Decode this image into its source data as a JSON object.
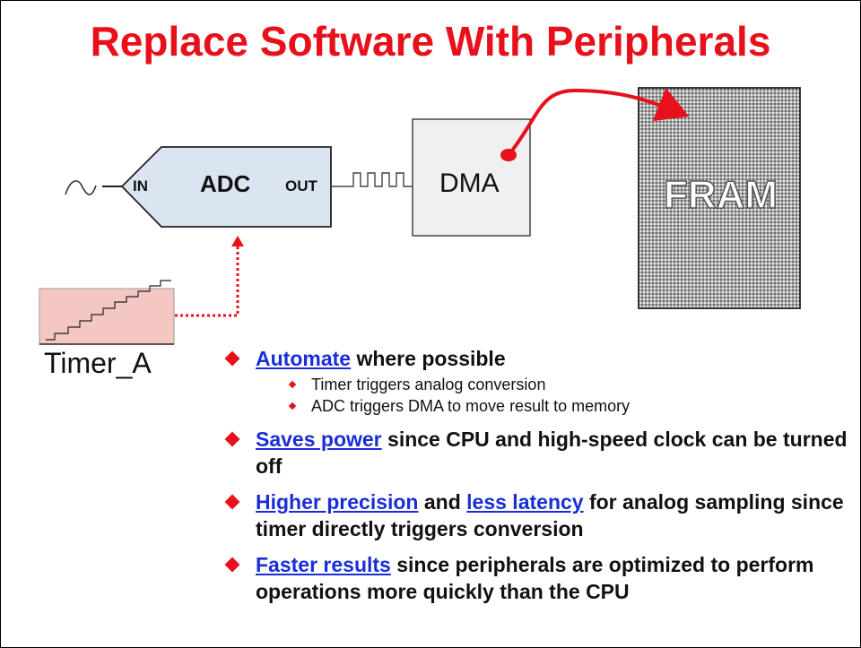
{
  "title": "Replace Software With Peripherals",
  "diagram": {
    "adc": {
      "name": "ADC",
      "in_label": "IN",
      "out_label": "OUT"
    },
    "dma": {
      "name": "DMA"
    },
    "fram": {
      "name": "FRAM"
    },
    "timer": {
      "name": "Timer_A"
    },
    "colors": {
      "title_red": "#e8101a",
      "adc_fill": "#dbe5f1",
      "timer_fill": "#f4c7c3",
      "link_blue": "#1a2ed8",
      "arrow_red": "#e8101a"
    }
  },
  "bullets": [
    {
      "link": "Automate",
      "rest": " where possible",
      "subs": [
        "Timer triggers analog conversion",
        "ADC triggers DMA to move result to memory"
      ]
    },
    {
      "link": "Saves power",
      "rest": " since CPU and high-speed clock can be turned off"
    },
    {
      "link": "Higher precision",
      "mid": " and ",
      "link2": "less latency",
      "rest": " for analog sampling since timer directly triggers conversion"
    },
    {
      "link": "Faster results",
      "rest": " since peripherals are optimized to perform operations more quickly than the CPU"
    }
  ]
}
